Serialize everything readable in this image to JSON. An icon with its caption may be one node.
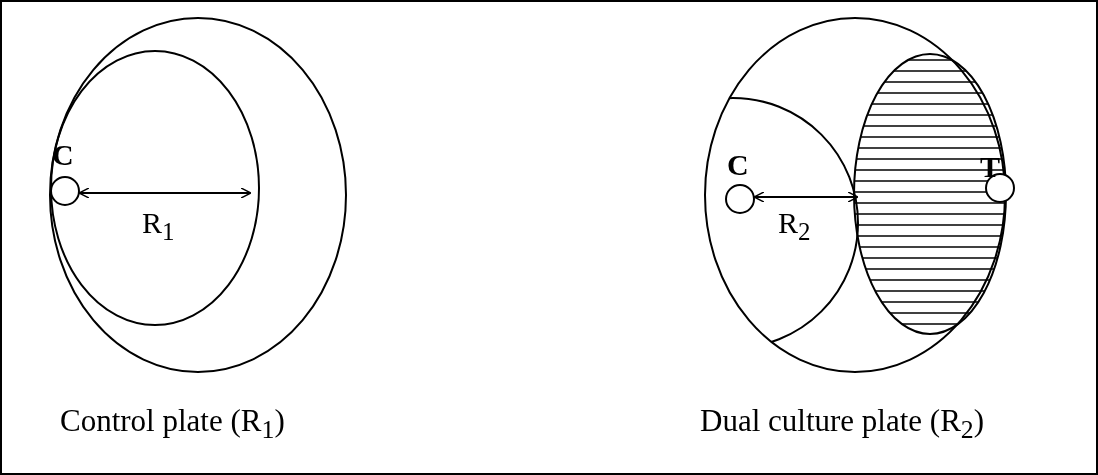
{
  "diagram": {
    "labels": [
      "C",
      "R$_{1}$",
      "Control plate (R$_{1}$)",
      "C",
      "R$_{2}$",
      "T",
      "Dual culture plate (R$_{2}$)"
    ]
  }
}
